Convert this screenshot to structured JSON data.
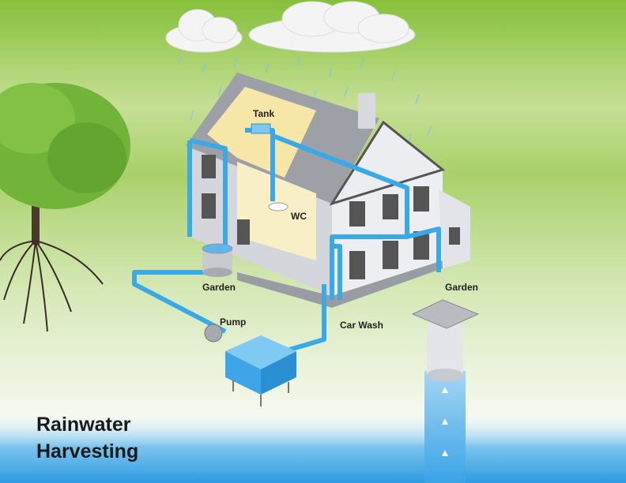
{
  "title": {
    "line1": "Rainwater",
    "line2": "Harvesting"
  },
  "labels": {
    "tank": "Tank",
    "wc": "WC",
    "garden_left": "Garden",
    "pump": "Pump",
    "car_wash": "Car Wash",
    "garden_right": "Garden"
  },
  "colors": {
    "sky_green": "#8cc43c",
    "pipe": "#39a9e8",
    "water": "#2f9be0",
    "wall": "#e9e9ee",
    "roof": "#8d8f96"
  }
}
